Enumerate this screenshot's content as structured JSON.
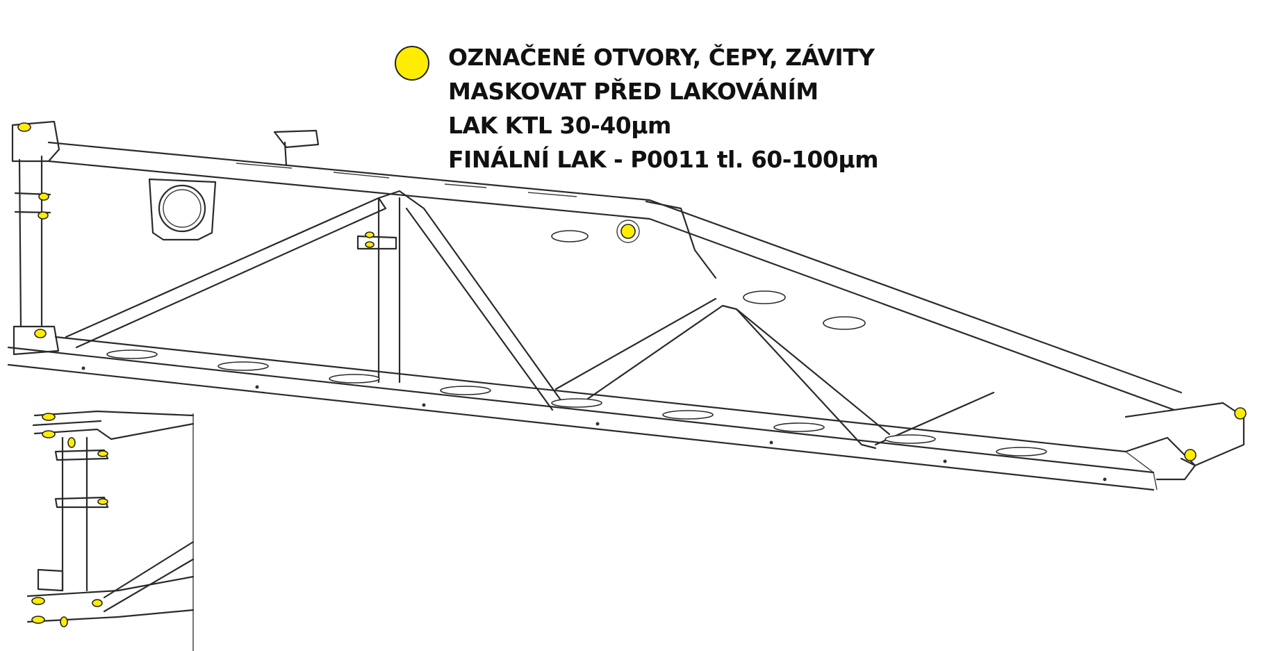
{
  "legend": {
    "marker_color": "#ffed00",
    "notes": [
      "OZNAČENÉ OTVORY, ČEPY, ZÁVITY",
      "MASKOVAT PŘED LAKOVÁNÍM",
      "LAK KTL 30-40µm",
      "FINÁLNÍ LAK - P0011 tl. 60-100µm"
    ]
  }
}
